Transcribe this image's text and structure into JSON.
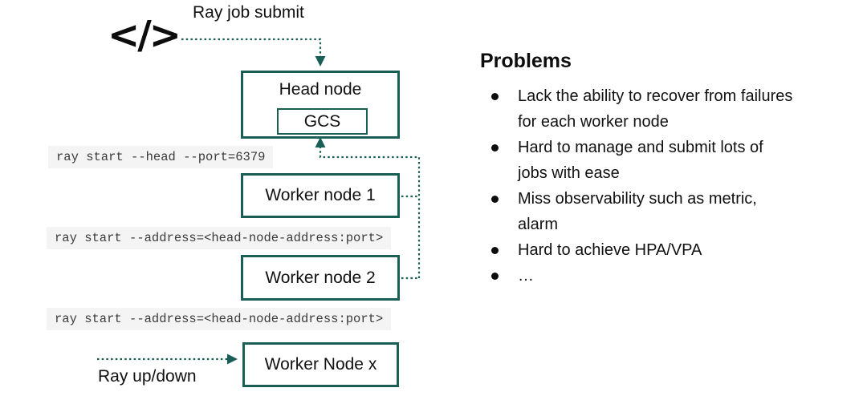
{
  "diagram": {
    "code_icon_glyph": "</>",
    "submit_label": "Ray job submit",
    "head_node": {
      "label": "Head node",
      "gcs_label": "GCS"
    },
    "workers": [
      {
        "label": "Worker node 1"
      },
      {
        "label": "Worker node 2"
      }
    ],
    "worker_x": {
      "label": "Worker Node x"
    },
    "ray_updown_label": "Ray up/down",
    "commands": [
      "ray start --head --port=6379",
      "ray start --address=<head-node-address:port>",
      "ray start --address=<head-node-address:port>"
    ]
  },
  "problems": {
    "title": "Problems",
    "items": [
      "Lack the ability to recover from failures\nfor each worker node",
      "Hard to manage and submit lots of\njobs with ease",
      "Miss observability such as metric,\nalarm",
      "Hard to achieve HPA/VPA",
      "…"
    ]
  },
  "colors": {
    "accent_teal": "#1A5F55",
    "code_bg": "#F4F4F4",
    "text": "#111111"
  }
}
